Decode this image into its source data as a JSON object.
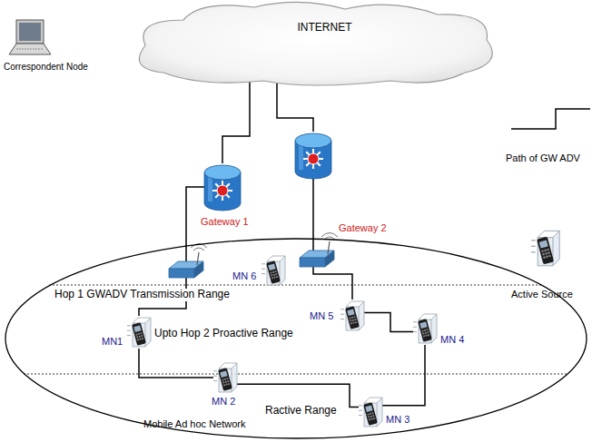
{
  "diagram": {
    "nodes": [
      {
        "text": [
          "Correspondent Node"
        ]
      },
      {
        "text": [
          "INTERNET"
        ]
      },
      {
        "text": [
          "Gateway 1"
        ]
      },
      {
        "text": [
          "Gateway 2"
        ]
      },
      {
        "text": [
          "Mobile Ad hoc Network"
        ]
      },
      {
        "text": [
          "MN1"
        ],
        "in": 4
      },
      {
        "text": [
          "MN 2"
        ],
        "in": 4
      },
      {
        "text": [
          "MN 3"
        ],
        "in": 4
      },
      {
        "text": [
          "MN 4"
        ],
        "in": 4
      },
      {
        "text": [
          "MN 5"
        ],
        "in": 4
      },
      {
        "text": [
          "MN 6"
        ],
        "in": 4
      }
    ],
    "edges": [
      {
        "from": 1,
        "to": 2,
        "arrow": "none"
      },
      {
        "from": 1,
        "to": 3,
        "arrow": "none"
      },
      {
        "from": 2,
        "to": 5,
        "arrow": "none"
      },
      {
        "from": 5,
        "to": 6,
        "arrow": "none"
      },
      {
        "from": 6,
        "to": 7,
        "arrow": "none"
      },
      {
        "from": 7,
        "to": 8,
        "arrow": "none"
      },
      {
        "from": 8,
        "to": 9,
        "arrow": "none"
      },
      {
        "from": 9,
        "to": 3,
        "arrow": "none"
      }
    ],
    "labels": [
      "Hop 1 GWADV Transmission Range",
      "Upto Hop 2 Proactive Range",
      "Ractive Range"
    ],
    "legend": [
      {
        "text": "Path of GW ADV"
      },
      {
        "text": "Active Source"
      }
    ]
  }
}
